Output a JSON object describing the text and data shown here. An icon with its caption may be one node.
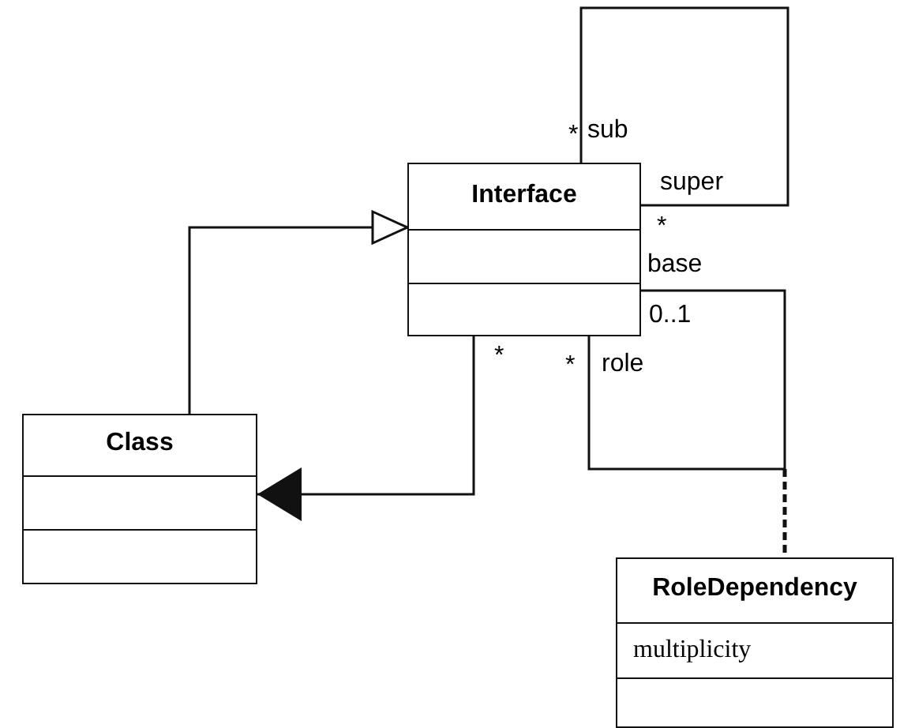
{
  "diagram": {
    "nodes": [
      {
        "text": [
          "Interface"
        ]
      },
      {
        "text": [
          "Class"
        ]
      },
      {
        "text": [
          "RoleDependency",
          "multiplicity"
        ]
      }
    ],
    "edges": [
      {
        "from": 1,
        "to": 0,
        "arrow": "to"
      },
      {
        "from": 0,
        "to": 1,
        "arrow": "to"
      },
      {
        "from": 0,
        "to": 0,
        "arrow": "none"
      },
      {
        "from": 0,
        "to": 0,
        "arrow": "none"
      },
      {
        "from": null,
        "to": 2,
        "arrow": "none",
        "style": "dashed"
      }
    ],
    "labels": [
      "*",
      "sub",
      "super",
      "*",
      "base",
      "0..1",
      "*",
      "*",
      "role"
    ]
  }
}
